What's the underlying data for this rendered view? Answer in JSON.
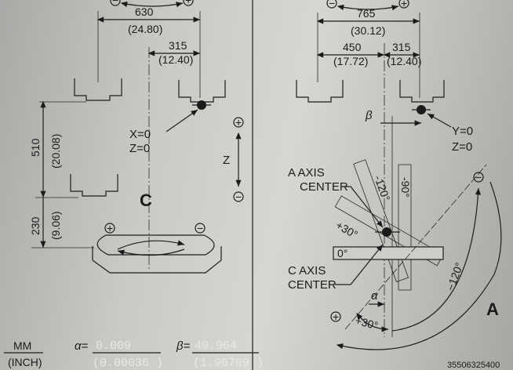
{
  "left_panel": {
    "top_dim": {
      "value": "630",
      "inch": "(24.80)"
    },
    "offset_dim": {
      "value": "315",
      "inch": "(12.40)"
    },
    "vertical_dim_upper": {
      "value": "510",
      "inch": "(20.08)"
    },
    "vertical_dim_lower": {
      "value": "230",
      "inch": "(9.06)"
    },
    "origin_label": [
      "X=0",
      "Z=0"
    ],
    "axis_c_label": "C",
    "z_axis_label": "Z",
    "plus_symbol": "+",
    "minus_symbol": "−"
  },
  "right_panel": {
    "top_dim": {
      "value": "765",
      "inch": "(30.12)"
    },
    "left_dim": {
      "value": "450",
      "inch": "(17.72)"
    },
    "right_dim": {
      "value": "315",
      "inch": "(12.40)"
    },
    "origin_label": [
      "Y=0",
      "Z=0"
    ],
    "beta_symbol": "β",
    "alpha_symbol": "α",
    "a_axis_center": [
      "A AXIS",
      "CENTER"
    ],
    "c_axis_center": [
      "C AXIS",
      "CENTER"
    ],
    "angles": {
      "a": "-120°",
      "b": "-90°",
      "c": "+30°",
      "d": "0°",
      "arc_minus": "−120°",
      "arc_plus": "+30°"
    },
    "axis_a_label": "A"
  },
  "footer": {
    "unit_top": "MM",
    "unit_bottom": "(INCH)",
    "alpha_label": "α=",
    "alpha_mm": "0.009",
    "alpha_inch": "(0.00036 )",
    "beta_label": "β=",
    "beta_mm": "49.964",
    "beta_inch": "(1.96709 )",
    "part_number": "35506325400"
  }
}
